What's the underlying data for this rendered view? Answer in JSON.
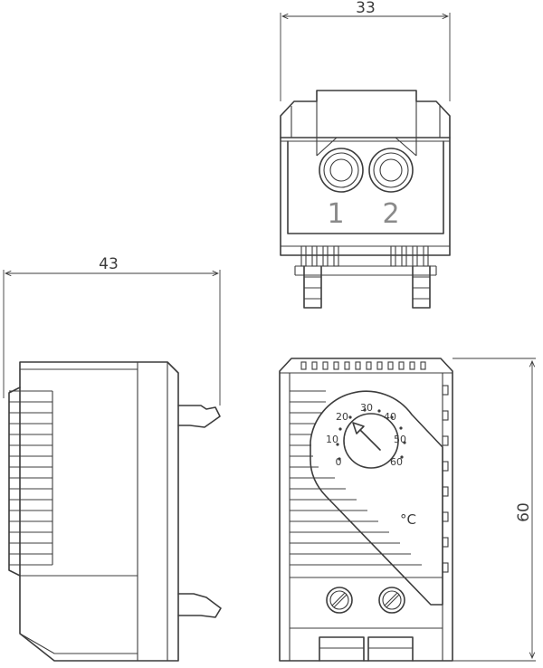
{
  "dimensions": {
    "width_top": "33",
    "depth_side": "43",
    "height_front": "60"
  },
  "terminals": {
    "label_1": "1",
    "label_2": "2"
  },
  "dial": {
    "scale": [
      "0",
      "10",
      "20",
      "30",
      "40",
      "50",
      "60"
    ],
    "unit": "°C"
  },
  "colors": {
    "line": "#3c3c3c",
    "terminal_label": "#8a8a8a",
    "background": "#ffffff"
  }
}
